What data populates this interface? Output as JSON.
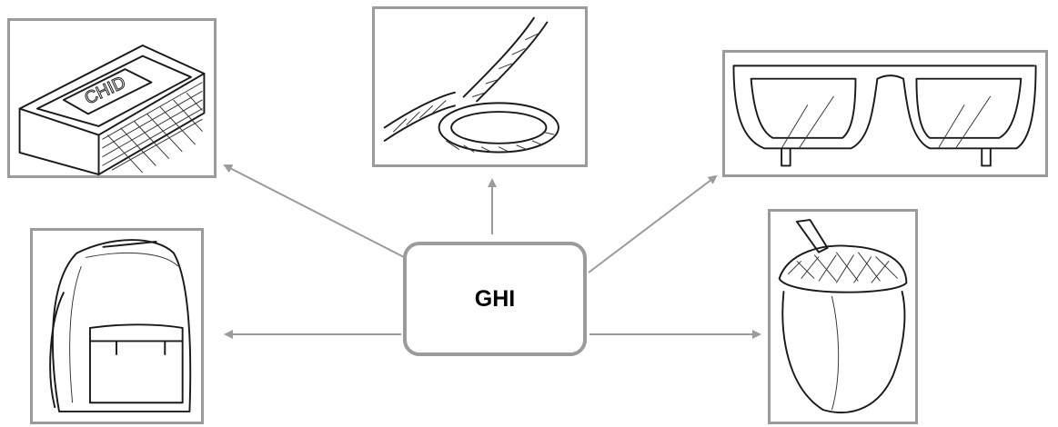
{
  "diagram": {
    "center": {
      "label": "GHI"
    },
    "matchbox": {
      "icon": "matchbox-sketch",
      "box_text": "CHID"
    },
    "rope": {
      "icon": "rope-knot-sketch"
    },
    "glasses": {
      "icon": "eyeglasses-sketch"
    },
    "backpack": {
      "icon": "backpack-sketch"
    },
    "acorn": {
      "icon": "acorn-sketch"
    },
    "colors": {
      "frame": "#9b9b9b",
      "arrow": "#9b9b9b",
      "ink": "#1a1a1a"
    }
  }
}
